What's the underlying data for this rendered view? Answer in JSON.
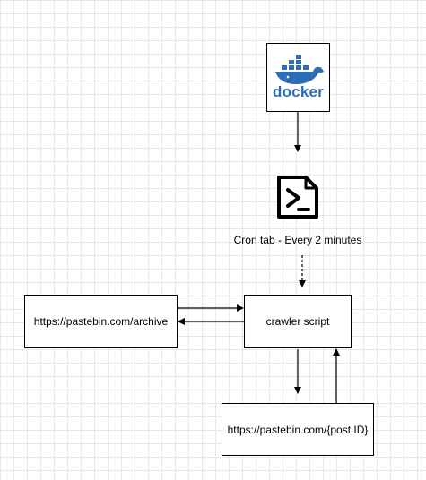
{
  "nodes": {
    "docker": {
      "logo_text": "docker",
      "icon": "docker-whale-icon",
      "color": "#2e6db6"
    },
    "cron_icon": {
      "icon": "terminal-script-icon"
    },
    "cron": {
      "label": "Cron tab - Every 2 minutes"
    },
    "archive": {
      "label": "https://pastebin.com/archive"
    },
    "crawler": {
      "label": "crawler script"
    },
    "post": {
      "label": "https://pastebin.com/{post ID}"
    }
  },
  "edges": [
    {
      "from": "docker",
      "to": "cron_icon"
    },
    {
      "from": "cron",
      "to": "crawler"
    },
    {
      "from": "archive",
      "to": "crawler"
    },
    {
      "from": "crawler",
      "to": "archive"
    },
    {
      "from": "crawler",
      "to": "post"
    },
    {
      "from": "post",
      "to": "crawler"
    }
  ]
}
